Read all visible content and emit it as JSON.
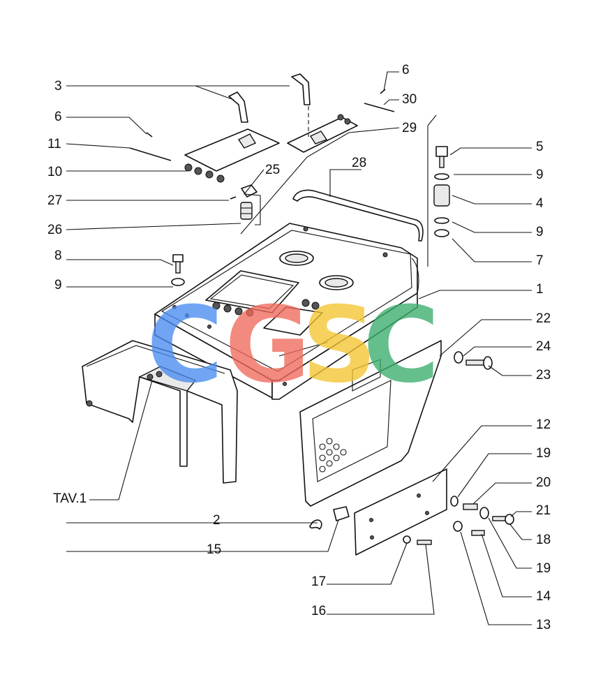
{
  "callouts": [
    "3",
    "6",
    "11",
    "10",
    "27",
    "26",
    "25",
    "29",
    "28",
    "30",
    "6",
    "5",
    "9",
    "4",
    "9",
    "7",
    "8",
    "9",
    "1",
    "22",
    "24",
    "23",
    "12",
    "19",
    "20",
    "21",
    "18",
    "19",
    "14",
    "13",
    "2",
    "15",
    "17",
    "16",
    "TAV.1"
  ],
  "watermark": {
    "text": "CGSC",
    "letters": [
      {
        "char": "C",
        "color": "#4a8cf0"
      },
      {
        "char": "G",
        "color": "#f06a5c"
      },
      {
        "char": "S",
        "color": "#f5c531"
      },
      {
        "char": "C",
        "color": "#3aae6e"
      }
    ]
  }
}
